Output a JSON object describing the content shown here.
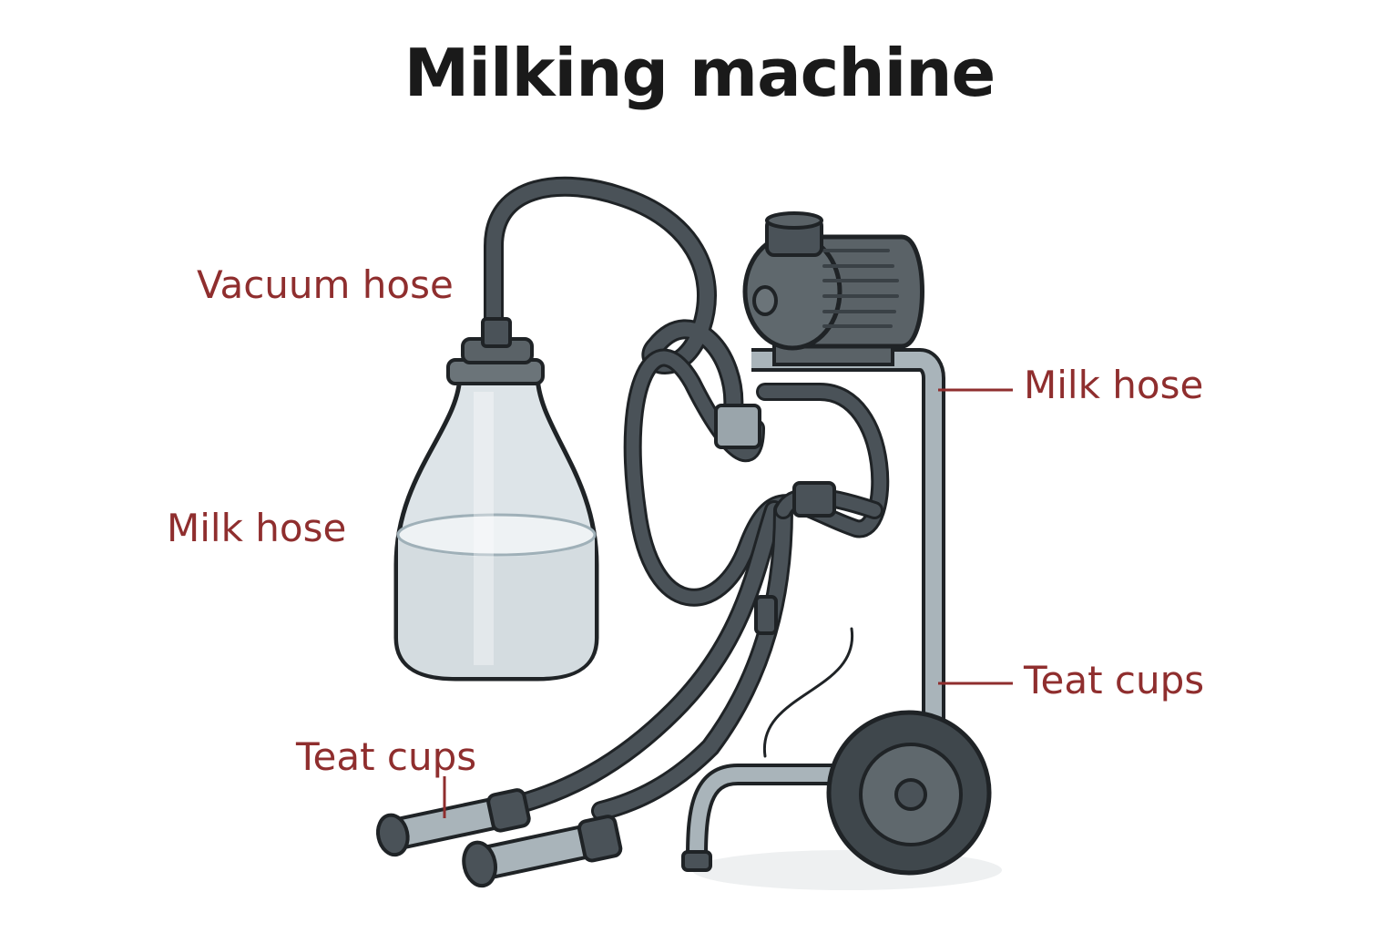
{
  "title": "Milking machine",
  "labels": {
    "vacuum_hose": "Vacuum hose",
    "milk_hose_left": "Milk hose",
    "teat_cups_left": "Teat cups",
    "milk_hose_right": "Milk hose",
    "teat_cups_right": "Teat cups"
  },
  "colors": {
    "label": "#8f2e2e",
    "title": "#1a1a1a",
    "hose": "#4a5258",
    "outline": "#1f2326",
    "metal": "#a9b4ba",
    "glass": "#dde4e8",
    "milk": "#eef2f4"
  }
}
